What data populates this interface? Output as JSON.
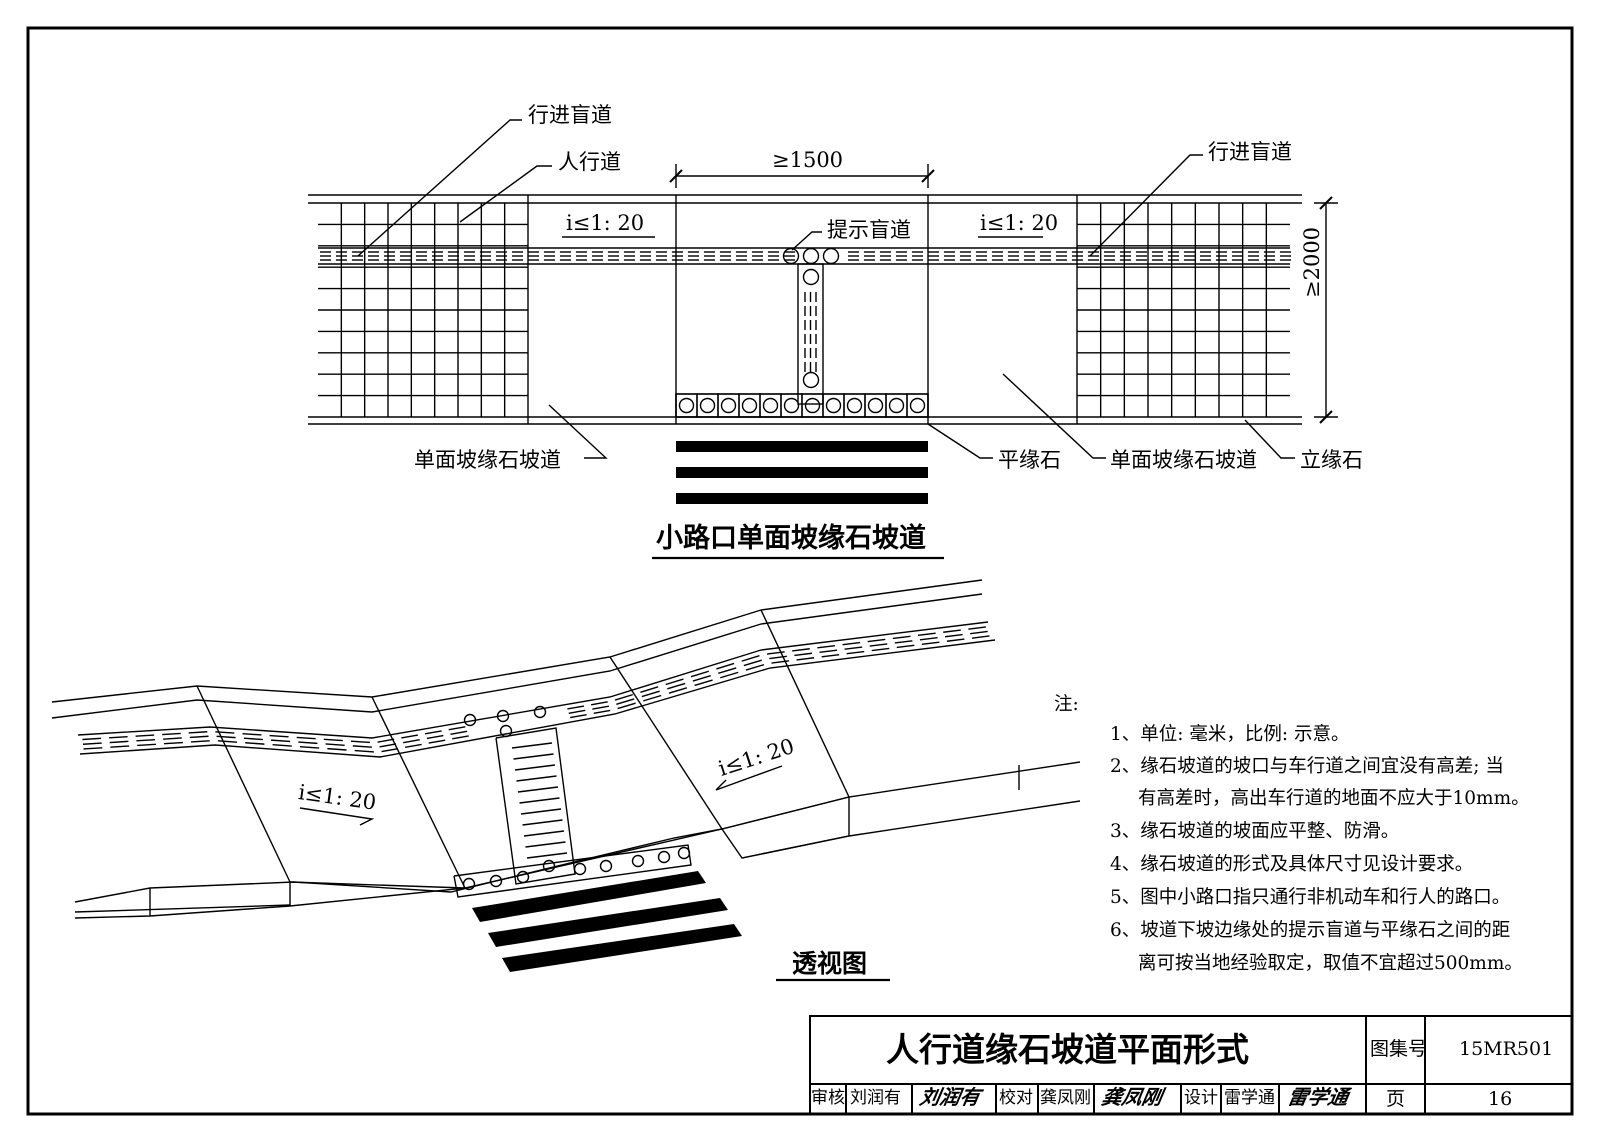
{
  "plan": {
    "title": "小路口单面坡缘石坡道",
    "labels": {
      "guide_path_left": "行进盲道",
      "sidewalk": "人行道",
      "guide_path_right": "行进盲道",
      "dim_width": "≥1500",
      "dim_depth": "≥2000",
      "slope_left": "i≤1: 20",
      "slope_right": "i≤1: 20",
      "warning_path": "提示盲道",
      "ramp_left": "单面坡缘石坡道",
      "flat_curb": "平缘石",
      "ramp_right": "单面坡缘石坡道",
      "vertical_curb": "立缘石"
    }
  },
  "perspective": {
    "title": "透视图",
    "slope_left": "i≤1: 20",
    "slope_right": "i≤1: 20"
  },
  "notes": {
    "heading": "注:",
    "items": [
      "1、单位: 毫米，比例: 示意。",
      "2、缘石坡道的坡口与车行道之间宜没有高差; 当",
      "有高差时，高出车行道的地面不应大于10mm。",
      "3、缘石坡道的坡面应平整、防滑。",
      "4、缘石坡道的形式及具体尺寸见设计要求。",
      "5、图中小路口指只通行非机动车和行人的路口。",
      "6、坡道下坡边缘处的提示盲道与平缘石之间的距",
      "离可按当地经验取定，取值不宜超过500mm。"
    ]
  },
  "title_block": {
    "drawing_title": "人行道缘石坡道平面形式",
    "atlas_label": "图集号",
    "atlas_no": "15MR501",
    "page_label": "页",
    "page_no": "16",
    "review_label": "审核",
    "reviewer": "刘润有",
    "reviewer_sig": "刘润有",
    "check_label": "校对",
    "checker": "龚凤刚",
    "checker_sig": "龚凤刚",
    "design_label": "设计",
    "designer": "雷学通",
    "designer_sig": "雷学通"
  }
}
